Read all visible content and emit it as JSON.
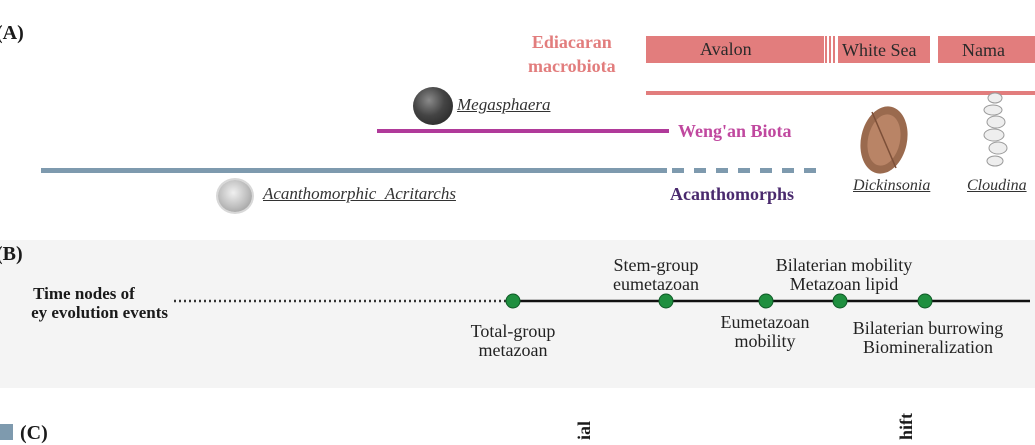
{
  "panel_a": {
    "label": "(A)",
    "ediacaran_label_line1": "Ediacaran",
    "ediacaran_label_line2": "macrobiota",
    "stages": [
      "Avalon",
      "White Sea",
      "Nama"
    ],
    "megasphaera": "Megasphaera",
    "wengan": "Weng'an Biota",
    "acritarchs": "Acanthomorphic_Acritarchs",
    "acanthomorphs": "Acanthomorphs",
    "dickinsonia": "Dickinsonia",
    "cloudina": "Cloudina",
    "colors": {
      "ediacaran": "#e27d7d",
      "wengan": "#b03a9a",
      "acritarch": "#7e9aae",
      "acanthomorph_text": "#4a2a6e"
    }
  },
  "panel_b": {
    "label": "(B)",
    "heading_line1": "Time nodes of",
    "heading_line2": "ey evolution events",
    "events": [
      {
        "line1": "Total-group",
        "line2": "metazoan"
      },
      {
        "line1": "Stem-group",
        "line2": "eumetazoan"
      },
      {
        "line1": "Eumetazoan",
        "line2": "mobility"
      },
      {
        "line1": "Bilaterian mobility",
        "line2": "Metazoan lipid"
      },
      {
        "line1": "Bilaterian burrowing",
        "line2": "Biomineralization"
      }
    ],
    "node_color": "#1f8f3f"
  },
  "panel_c": {
    "label": "(C)",
    "rotated_1": "ial",
    "rotated_2": "hift",
    "swatch_color": "#7e9aae"
  }
}
